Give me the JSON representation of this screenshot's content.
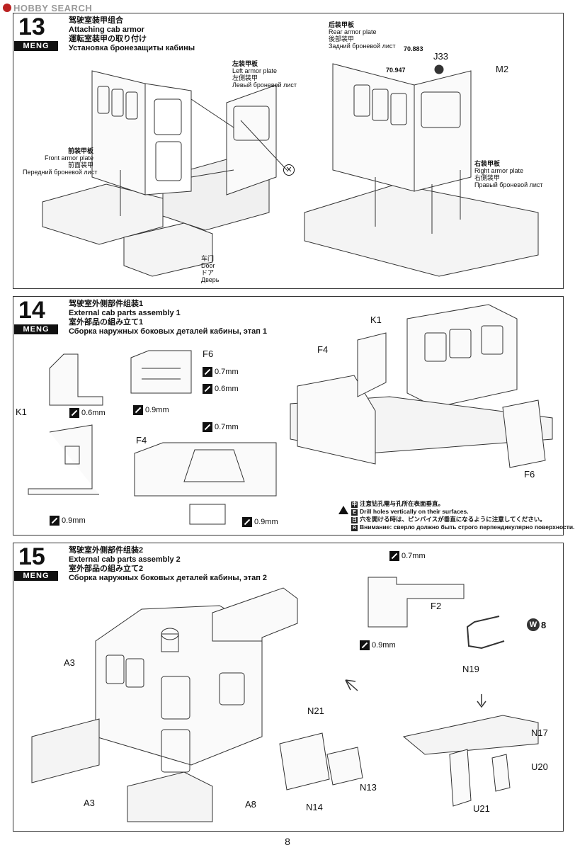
{
  "watermark": "HOBBY SEARCH",
  "page_number": "8",
  "step13": {
    "number": "13",
    "brand": "MENG",
    "title_cn": "驾驶室装甲组合",
    "title_en": "Attaching cab armor",
    "title_jp": "運転室装甲の取り付け",
    "title_ru": "Установка бронезащиты кабины",
    "left_plate": {
      "cn": "左装甲板",
      "en": "Left armor plate",
      "jp": "左側装甲",
      "ru": "Левый броневой лист"
    },
    "front_plate": {
      "cn": "前装甲板",
      "en": "Front armor plate",
      "jp": "前面装甲",
      "ru": "Передний броневой лист"
    },
    "door": {
      "cn": "车门",
      "en": "Door",
      "jp": "ドア",
      "ru": "Дверь"
    },
    "rear_plate": {
      "cn": "后装甲板",
      "en": "Rear armor plate",
      "jp": "後部装甲",
      "ru": "Задний броневой лист"
    },
    "right_plate": {
      "cn": "右装甲板",
      "en": "Right armor plate",
      "jp": "右側装甲",
      "ru": "Правый броневой лист"
    },
    "dim1": "70.883",
    "dim2": "70.947",
    "part_j33": "J33",
    "part_m2": "M2"
  },
  "step14": {
    "number": "14",
    "brand": "MENG",
    "title_cn": "驾驶室外侧部件组装1",
    "title_en": "External cab parts assembly 1",
    "title_jp": "室外部品の組み立て1",
    "title_ru": "Сборка наружных боковых деталей кабины, этап 1",
    "parts": {
      "k1_left": "K1",
      "f6_top": "F6",
      "f4_mid": "F4",
      "k1_right": "K1",
      "f4_right": "F4",
      "f6_right": "F6"
    },
    "drills": {
      "k1a": "0.6mm",
      "k1b": "0.9mm",
      "f6a": "0.7mm",
      "f6b": "0.6mm",
      "f6c": "0.9mm",
      "f4a": "0.7mm",
      "f4b": "0.9mm"
    },
    "note_cn": "注意钻孔需与孔所在表面垂直。",
    "note_en": "Drill holes vertically on their surfaces.",
    "note_jp": "穴を開ける時は、ピンバイスが垂直になるように注意してください。",
    "note_ru": "Внимание: сверло должно быть строго перпендикулярно поверхности.",
    "note_marks": [
      "中",
      "E",
      "日",
      "R"
    ]
  },
  "step15": {
    "number": "15",
    "brand": "MENG",
    "title_cn": "驾驶室外侧部件组装2",
    "title_en": "External cab parts assembly 2",
    "title_jp": "室外部品の組み立て2",
    "title_ru": "Сборка наружных боковых деталей кабины, этап 2",
    "parts": {
      "a3_top": "A3",
      "a3_bot": "A3",
      "a8": "A8",
      "n21": "N21",
      "n14": "N14",
      "n13": "N13",
      "f2": "F2",
      "n19": "N19",
      "n17": "N17",
      "u20": "U20",
      "u21": "U21"
    },
    "drills": {
      "f2a": "0.7mm",
      "f2b": "0.9mm"
    },
    "w_letter": "W",
    "w_count": "8"
  }
}
